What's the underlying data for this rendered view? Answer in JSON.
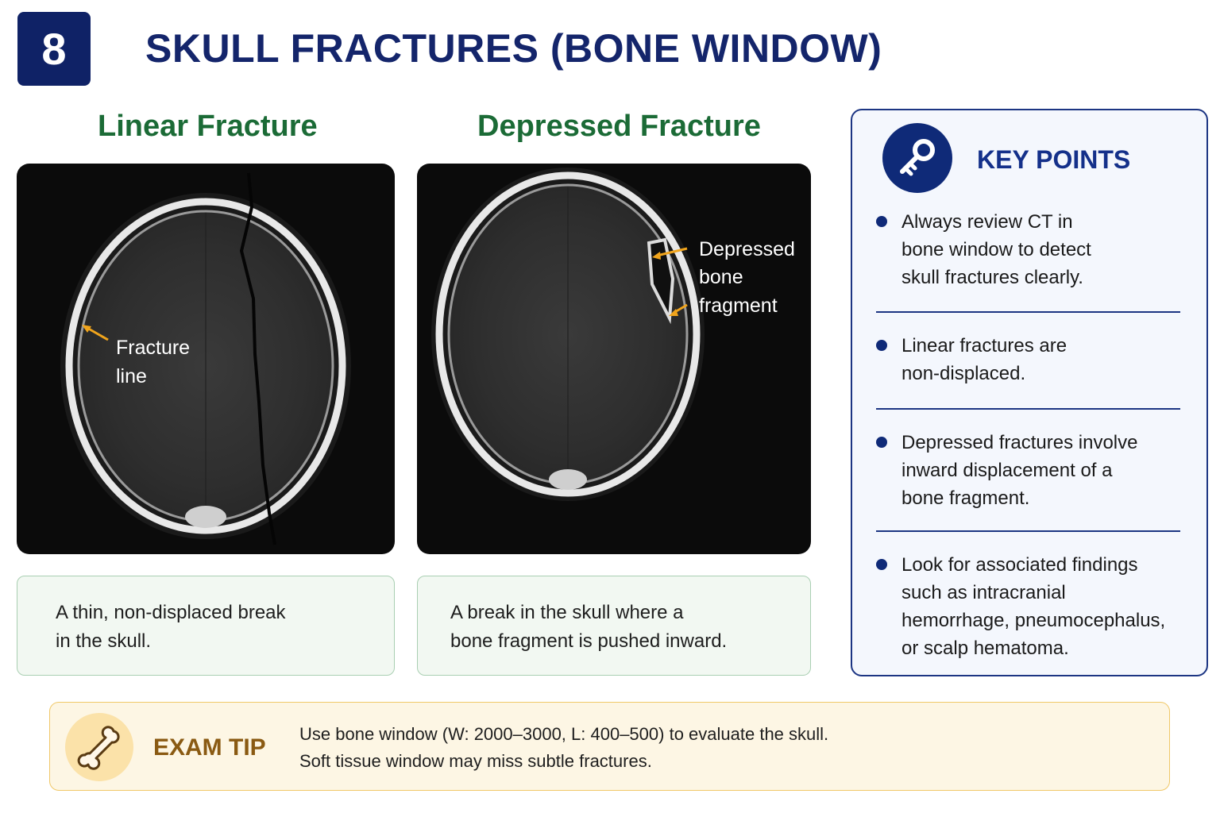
{
  "header": {
    "number": "8",
    "title": "SKULL FRACTURES (BONE WINDOW)"
  },
  "panels": [
    {
      "title": "Linear Fracture",
      "image_labels": [
        "Fracture",
        "line"
      ],
      "caption_lines": [
        "A thin, non-displaced break",
        "in the skull."
      ]
    },
    {
      "title": "Depressed Fracture",
      "image_labels": [
        "Depressed",
        "bone",
        "fragment"
      ],
      "caption_lines": [
        "A break in the skull where a",
        "bone fragment is pushed inward."
      ]
    }
  ],
  "key_points": {
    "title": "KEY POINTS",
    "icon": "key-icon",
    "items": [
      {
        "lines": [
          "Always review CT in",
          "bone window to detect",
          "skull fractures clearly."
        ]
      },
      {
        "lines": [
          "Linear fractures are",
          "non-displaced."
        ]
      },
      {
        "lines": [
          "Depressed fractures involve",
          "inward displacement of a",
          "bone fragment."
        ]
      },
      {
        "lines": [
          "Look for associated findings",
          "such as intracranial",
          "hemorrhage, pneumocephalus,",
          "or scalp hematoma."
        ]
      }
    ]
  },
  "exam_tip": {
    "label": "EXAM TIP",
    "icon": "bone-icon",
    "lines": [
      "Use bone window (W: 2000–3000, L: 400–500) to evaluate the skull.",
      "Soft tissue window may miss subtle fractures."
    ]
  },
  "colors": {
    "navy": "#0f2266",
    "section_green": "#1b6b36",
    "arrow_orange": "#f0a41c",
    "tip_brown": "#8a5a12"
  }
}
